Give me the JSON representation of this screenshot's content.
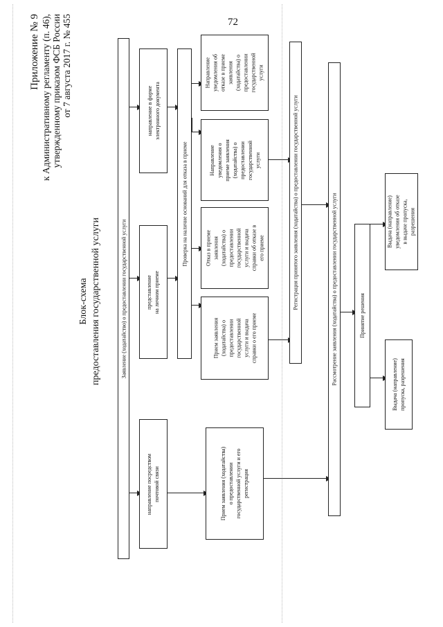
{
  "page_number": "72",
  "header": {
    "line1": "Приложение № 9",
    "line2": "к Административному регламенту (п. 46),",
    "line3": "утвержденному приказом ФСБ России",
    "line4": "от 7 августа 2017 г. № 455"
  },
  "title": {
    "line1": "Блок-схема",
    "line2": "предоставления государственной услуги"
  },
  "boxes": {
    "application": "Заявление (ходатайство) о предоставлении государственной услуги",
    "postal": [
      "направление посредством",
      "почтовой связи"
    ],
    "personal": [
      "представление",
      "на личном приеме"
    ],
    "electronic": [
      "направление в форме",
      "электронного документа"
    ],
    "receive_register": [
      "Прием заявления (ходатайства)",
      "о предоставлении",
      "государственной услуги и его",
      "регистрация"
    ],
    "check": "Проверка на наличие оснований для отказа в приеме",
    "accept_certificate": [
      "Прием заявления",
      "(ходатайства) о",
      "предоставлении",
      "государственной",
      "услуги и выдача",
      "справки о его приеме"
    ],
    "refusal_certificate": [
      "Отказ в приеме",
      "заявления",
      "(ходатайства) о",
      "предоставлении",
      "государственной",
      "услуги и выдача",
      "справки об отказе в",
      "его приеме"
    ],
    "notify_accept": [
      "Направление",
      "уведомления о",
      "приеме заявления",
      "(ходатайства) о",
      "предоставлении",
      "государственной",
      "услуги"
    ],
    "notify_refusal": [
      "Направление",
      "уведомления об",
      "отказе в приеме",
      "заявления",
      "(ходатайства) о",
      "предоставлении",
      "государственной",
      "услуги"
    ],
    "registration": "Регистрация принятого заявления (ходатайства) о предоставлении государственной услуги",
    "review": "Рассмотрение заявления (ходатайства) о предоставлении государственной услуги",
    "decision": "Принятие решения",
    "issue_pass": [
      "Выдача (направление)",
      "пропуска, разрешения"
    ],
    "issue_refusal": [
      "Выдача (направление)",
      "уведомления об отказе",
      "в выдаче пропуска,",
      "разрешения"
    ]
  }
}
